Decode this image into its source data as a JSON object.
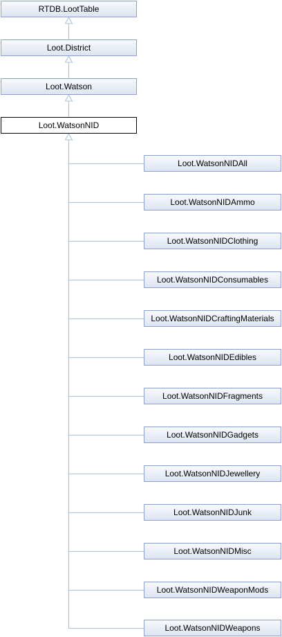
{
  "colors": {
    "edge": "#a8c0d8",
    "node_border": "#8ba0cc",
    "current_border": "#000000"
  },
  "ancestors": [
    {
      "label": "RTDB.LootTable"
    },
    {
      "label": "Loot.District"
    },
    {
      "label": "Loot.Watson"
    }
  ],
  "current": {
    "label": "Loot.WatsonNID"
  },
  "children": [
    {
      "label": "Loot.WatsonNIDAll"
    },
    {
      "label": "Loot.WatsonNIDAmmo"
    },
    {
      "label": "Loot.WatsonNIDClothing"
    },
    {
      "label": "Loot.WatsonNIDConsumables"
    },
    {
      "label": "Loot.WatsonNIDCraftingMaterials"
    },
    {
      "label": "Loot.WatsonNIDEdibles"
    },
    {
      "label": "Loot.WatsonNIDFragments"
    },
    {
      "label": "Loot.WatsonNIDGadgets"
    },
    {
      "label": "Loot.WatsonNIDJewellery"
    },
    {
      "label": "Loot.WatsonNIDJunk"
    },
    {
      "label": "Loot.WatsonNIDMisc"
    },
    {
      "label": "Loot.WatsonNIDWeaponMods"
    },
    {
      "label": "Loot.WatsonNIDWeapons"
    }
  ]
}
